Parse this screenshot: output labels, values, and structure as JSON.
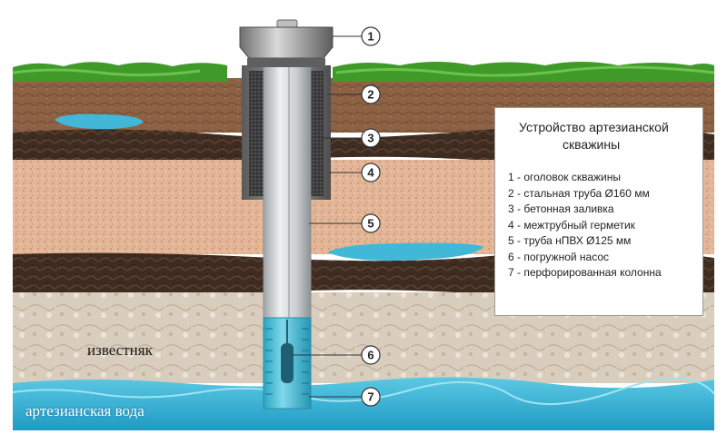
{
  "legend": {
    "title_line1": "Устройство артезианской",
    "title_line2": "скважины",
    "items": [
      "1 - оголовок скважины",
      "2 - стальная труба Ø160 мм",
      "3 - бетонная заливка",
      "4 - межтрубный герметик",
      "5 - труба нПВХ Ø125 мм",
      "6 - погружной насос",
      "7 - перфорированная колонна"
    ]
  },
  "layers": {
    "limestone": "известняк",
    "artesian_water": "артезианская вода"
  },
  "callouts": [
    "1",
    "2",
    "3",
    "4",
    "5",
    "6",
    "7"
  ],
  "colors": {
    "grass": "#3f9a2a",
    "topsoil": "#8a5f3f",
    "clay_dark": "#3d2b1f",
    "sand": "#e4b899",
    "limestone": "#d8ccbb",
    "water": "#37b5d2",
    "pipe": "#d2d6d8",
    "casing": "#6e6e6e"
  }
}
